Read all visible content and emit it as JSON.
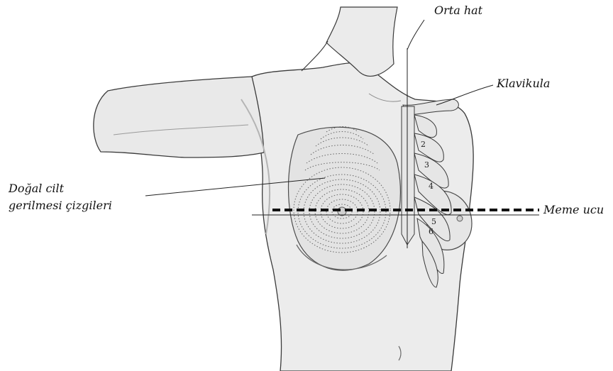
{
  "labels": {
    "midline": "Orta hat",
    "clavicle": "Klavikula",
    "skin_tension_lines_line1": "Doğal cilt",
    "skin_tension_lines_line2": "gerilmesi çizgileri",
    "nipple": "Meme ucu"
  },
  "rib_numbers": [
    "2",
    "3",
    "4",
    "5",
    "6"
  ],
  "colors": {
    "skin_fill": "#ececec",
    "skin_shadow": "#d4d4d4",
    "outline": "#3a3a3a",
    "bone_fill": "#e6e6e6",
    "dots": "#666666",
    "leader": "#222222"
  }
}
